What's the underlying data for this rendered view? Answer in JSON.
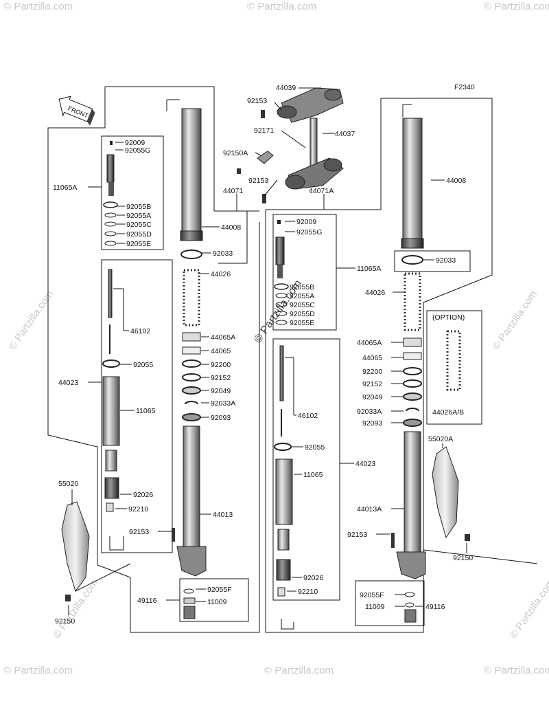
{
  "figure_code": "F2340",
  "front_label": "FRONT",
  "option_label": "(OPTION)",
  "watermark": "© Partzilla.com",
  "labels": {
    "p44039": "44039",
    "p92153a": "92153",
    "p92171": "92171",
    "p44037": "44037",
    "p92150a": "92150A",
    "p92153b": "92153",
    "p44071": "44071",
    "p44071a": "44071A",
    "l92009": "92009",
    "l92055g": "92055G",
    "l11065a": "11065A",
    "l92055b": "92055B",
    "l92055a": "92055A",
    "l92055c": "92055C",
    "l92055d": "92055D",
    "l92055e": "92055E",
    "l44008": "44008",
    "l92033": "92033",
    "l44026": "44026",
    "l46102": "46102",
    "l44065a": "44065A",
    "l44065": "44065",
    "l92055": "92055",
    "l92200": "92200",
    "l44023": "44023",
    "l92152": "92152",
    "l92049": "92049",
    "l92033a": "92033A",
    "l92093": "92093",
    "l11065": "11065",
    "l55020": "55020",
    "l92026": "92026",
    "l92210": "92210",
    "l44013": "44013",
    "l92153": "92153",
    "l92055f": "92055F",
    "l49116": "49116",
    "l11009": "11009",
    "l92150": "92150",
    "r92009": "92009",
    "r92055g": "92055G",
    "r11065a": "11065A",
    "r92055b": "92055B",
    "r92055a": "92055A",
    "r92055c": "92055C",
    "r92055d": "92055D",
    "r92055e": "92055E",
    "r44008": "44008",
    "r92033": "92033",
    "r44026": "44026",
    "r44065a": "44065A",
    "r44065": "44065",
    "r92200": "92200",
    "r92152": "92152",
    "r92049": "92049",
    "r92033a": "92033A",
    "r92093": "92093",
    "r46102": "46102",
    "r92055": "92055",
    "r44023": "44023",
    "r11065": "11065",
    "r44013a": "44013A",
    "r92153": "92153",
    "r92026": "92026",
    "r92210": "92210",
    "r92055f": "92055F",
    "r11009": "11009",
    "r49116": "49116",
    "r55020a": "55020A",
    "r92150": "92150",
    "o44026ab": "44026A/B"
  }
}
